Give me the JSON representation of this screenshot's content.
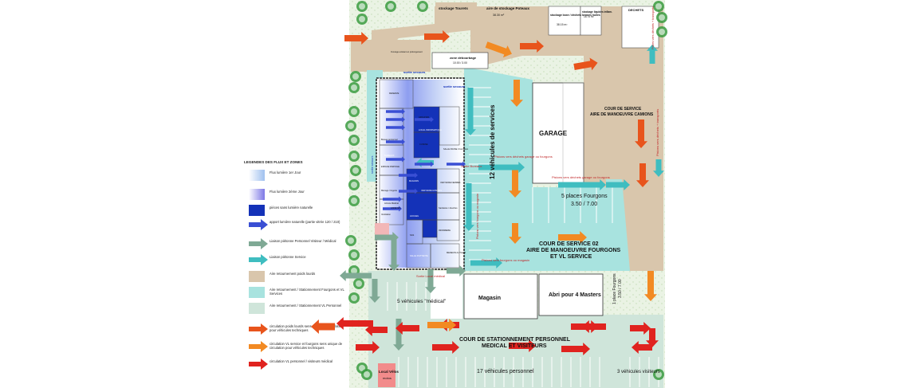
{
  "legend": {
    "title": "LEGENDES DES FLUX ET ZONES",
    "items": [
      {
        "label": "Flux lumière 1er Jour",
        "kind": "grad-light",
        "color": "#9fc0ef"
      },
      {
        "label": "Flux lumière 2ème Jour",
        "kind": "grad-mid",
        "color": "#7d78e6"
      },
      {
        "label": "pièces sans lumière naturelle",
        "kind": "solid",
        "color": "#1432b8"
      },
      {
        "label": "apport lumière naturelle (partie vitrée 120 / 210)",
        "kind": "arrow",
        "color": "#3a4fd4"
      },
      {
        "label": "Liaison piétonne Personnel Visiteur / Médical",
        "kind": "arrow",
        "color": "#7fa995"
      },
      {
        "label": "Liaison piétonne Service",
        "kind": "arrow",
        "color": "#3fbdc0"
      },
      {
        "label": "Aire retournement poids lourds",
        "kind": "solid",
        "color": "#d9c6ac"
      },
      {
        "label": "Aire retournement / Stationnement Fourgons et VL Services",
        "kind": "solid",
        "color": "#a8e3df"
      },
      {
        "label": "Aire retournement / Stationnement VL Personnel",
        "kind": "solid",
        "color": "#cfe5da"
      },
      {
        "label": "circulation poids lourds sens unique de circulation pour véhicules techniques",
        "kind": "arrow",
        "color": "#e8541c"
      },
      {
        "label": "circulation VL service et fourgons sens unique de circulation pour véhicules techniques",
        "kind": "arrow",
        "color": "#f28a23"
      },
      {
        "label": "circulation VL personnel / visiteurs médical",
        "kind": "arrow",
        "color": "#e0231f"
      }
    ]
  },
  "plan": {
    "top_zones": {
      "stockage_tourets": "stockage Tourets",
      "aire_stockage_poteaux": "aire de stockage Poteaux",
      "poteaux_area": "38.30 m²",
      "stockage_huiles": "stockage boxe / déchets bennes huiles",
      "huiles_area": "38.15 m²",
      "stockage_liquides": "stockage liquides inflam.",
      "liquides_area": "18.75 m²",
      "dechets": "DECHETS",
      "zone_debourbage": "zone débourbage",
      "debourbage_dims": "10.00 / 3.00",
      "dechets_vertical": "Pistes vers déchets + transports",
      "tiny_note": "Ouvrage existant en prolongement"
    },
    "building": {
      "sortie_secours_1": "sortie secours",
      "sortie_secours_2": "sortie secours",
      "sortie_secours_3": "sortie secours",
      "rooms": [
        "RESERVE",
        "ARCHIVES",
        "LOCAL INFORMATIQUE",
        "Bureau personnel",
        "SALLE PAUSE / Formation",
        "BUREAUX",
        "ESPACE PARTAGE",
        "CUISINE",
        "MAGASIN",
        "VESTIAIRE HOMMES",
        "VESTIAIRE FEMMES",
        "Sanitaires / douches",
        "Ménage / lingerie",
        "ACCUEIL",
        "SAS",
        "Arrivée Médical",
        "SALLE D'ATTENTE",
        "MEDECIN du Travail",
        "INFIRMERIE",
        "Ventilation",
        "ANNEXES"
      ]
    },
    "service": {
      "garage": "GARAGE",
      "cour_service_1_line1": "COUR DE SERVICE",
      "cour_service_1_line2": "AIRE DE MANOEUVRE CAMIONS",
      "vehicules_services": "12 véhicules de services",
      "fourgons_line1": "5 places Fourgons",
      "fourgons_line2": "3.50 / 7.00",
      "cour_service_2_line1": "COUR DE SERVICE 02",
      "cour_service_2_line2": "AIRE DE MANOEUVRE FOURGONS",
      "cour_service_2_line3": "ET VL SERVICE",
      "pietons_dechets": "Pistons vers déchets garage ou fourgons",
      "pietons_dechets_2": "Pistons vers déchets garage ou fourgons",
      "pietons_fourgons": "Pistons vers fourgons ou magasin",
      "pietons_fourgons_2": "Pistons vers fourgons ou magasin",
      "sortie_bureaux": "Sortie Bureaux",
      "pietons_vertical": "Pistons vers déchets + transports",
      "place_fourgon_line1": "1 place Fourgons",
      "place_fourgon_line2": "3.50 / 7.00"
    },
    "bottom": {
      "magasin": "Magasin",
      "abri": "Abri pour 4 Masters",
      "vehicules_medical": "5 véhicules \"médical\"",
      "sortie_local_medical": "Sortie Local médical",
      "cour_perso_line1": "COUR DE STATIONNEMENT PERSONNEL",
      "cour_perso_line2": "MEDICAL ET VISITEURS",
      "vehicules_personnel": "17 véhicules personnel",
      "vehicules_visiteurs": "3 véhicules visiteurs",
      "local_velos": "Local Vélos",
      "local_velos_2": "motos"
    }
  }
}
